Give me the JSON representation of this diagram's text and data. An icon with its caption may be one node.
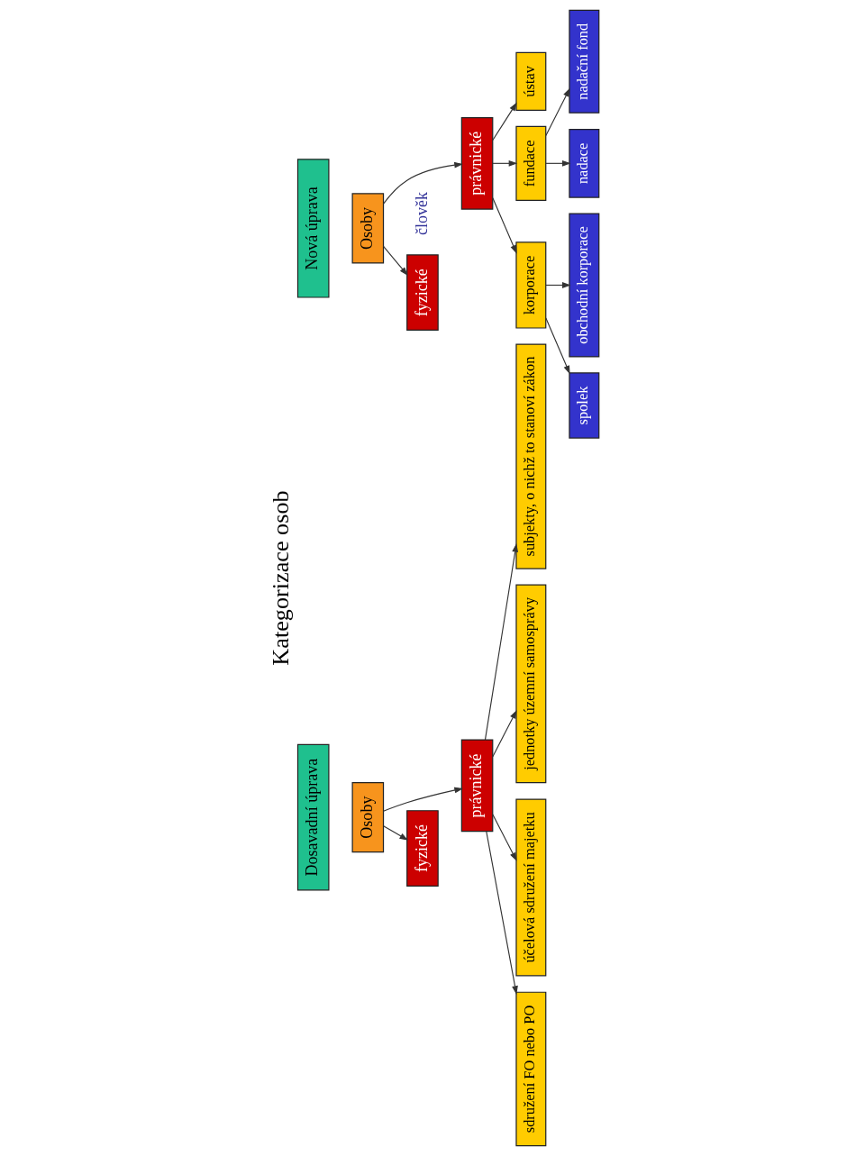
{
  "diagram": {
    "title": "Kategorizace osob",
    "nodes": [
      {
        "text": [
          "Dosavadní úprava"
        ]
      },
      {
        "text": [
          "Osoby"
        ]
      },
      {
        "text": [
          "fyzické"
        ]
      },
      {
        "text": [
          "právnické"
        ]
      },
      {
        "text": [
          "sdružení FO nebo PO"
        ]
      },
      {
        "text": [
          "účelová sdružení majetku"
        ]
      },
      {
        "text": [
          "jednotky územní samosprávy"
        ]
      },
      {
        "text": [
          "subjekty, o nichž to stanoví zákon"
        ]
      },
      {
        "text": [
          "Nová úprava"
        ]
      },
      {
        "text": [
          "Osoby"
        ]
      },
      {
        "text": [
          "fyzické"
        ],
        "beside": [
          "člověk"
        ]
      },
      {
        "text": [
          "právnické"
        ]
      },
      {
        "text": [
          "korporace"
        ]
      },
      {
        "text": [
          "fundace"
        ]
      },
      {
        "text": [
          "ústav"
        ]
      },
      {
        "text": [
          "spolek"
        ]
      },
      {
        "text": [
          "obchodní korporace"
        ]
      },
      {
        "text": [
          "nadace"
        ]
      },
      {
        "text": [
          "nadační fond"
        ]
      }
    ],
    "edges": [
      {
        "from": 1,
        "to": 2,
        "arrow": "to"
      },
      {
        "from": 1,
        "to": 3,
        "arrow": "to"
      },
      {
        "from": 3,
        "to": 4,
        "arrow": "to"
      },
      {
        "from": 3,
        "to": 5,
        "arrow": "to"
      },
      {
        "from": 3,
        "to": 6,
        "arrow": "to"
      },
      {
        "from": 3,
        "to": 7,
        "arrow": "to"
      },
      {
        "from": 9,
        "to": 10,
        "arrow": "to"
      },
      {
        "from": 9,
        "to": 11,
        "arrow": "to"
      },
      {
        "from": 11,
        "to": 12,
        "arrow": "to"
      },
      {
        "from": 11,
        "to": 13,
        "arrow": "to"
      },
      {
        "from": 11,
        "to": 14,
        "arrow": "to"
      },
      {
        "from": 12,
        "to": 15,
        "arrow": "to"
      },
      {
        "from": 12,
        "to": 16,
        "arrow": "to"
      },
      {
        "from": 13,
        "to": 17,
        "arrow": "to"
      },
      {
        "from": 13,
        "to": 18,
        "arrow": "to"
      }
    ]
  }
}
